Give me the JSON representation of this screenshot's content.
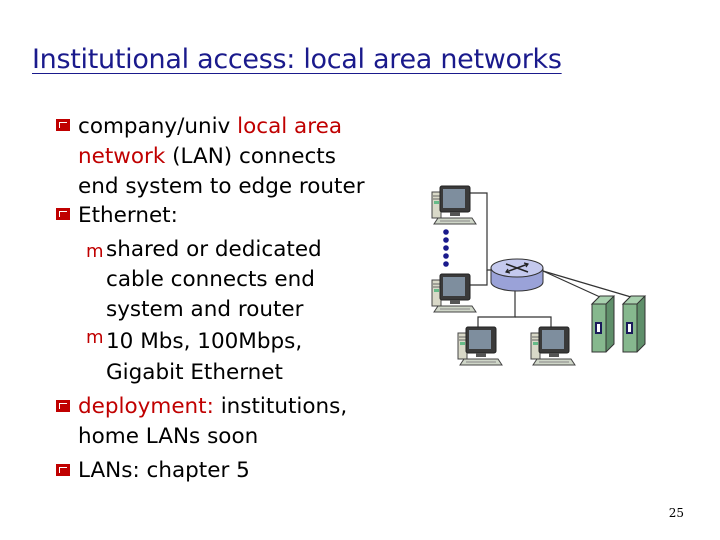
{
  "slide": {
    "title": "Institutional access: local area networks",
    "page_number": "25"
  },
  "bullets": {
    "item1_line1_a": "company/univ ",
    "item1_line1_b": "local area",
    "item1_line2_a": "network",
    "item1_line2_b": " (LAN) connects",
    "item1_line3": "end system to edge router",
    "item2_line1": "Ethernet:",
    "sub1_line1": "shared or dedicated",
    "sub1_line2": "cable connects end",
    "sub1_line3": "system and router",
    "sub2_line1": "10 Mbs, 100Mbps,",
    "sub2_line2": "Gigabit Ethernet",
    "item3_line1_a": "deployment:",
    "item3_line1_b": " institutions,",
    "item3_line2": "home LANs soon",
    "item4_line1": "LANs:  chapter 5"
  },
  "colors": {
    "title": "#1a1a8c",
    "highlight": "#c00000",
    "bullet_marker": "#c00000",
    "router": "#b8bfe8",
    "server": "#7aa87a"
  },
  "icons": {
    "bullet": "red-square-bullet",
    "sub_bullet": "red-circle-m-bullet",
    "desktop": "desktop-computer-icon",
    "router": "router-icon",
    "server": "server-rack-icon"
  }
}
